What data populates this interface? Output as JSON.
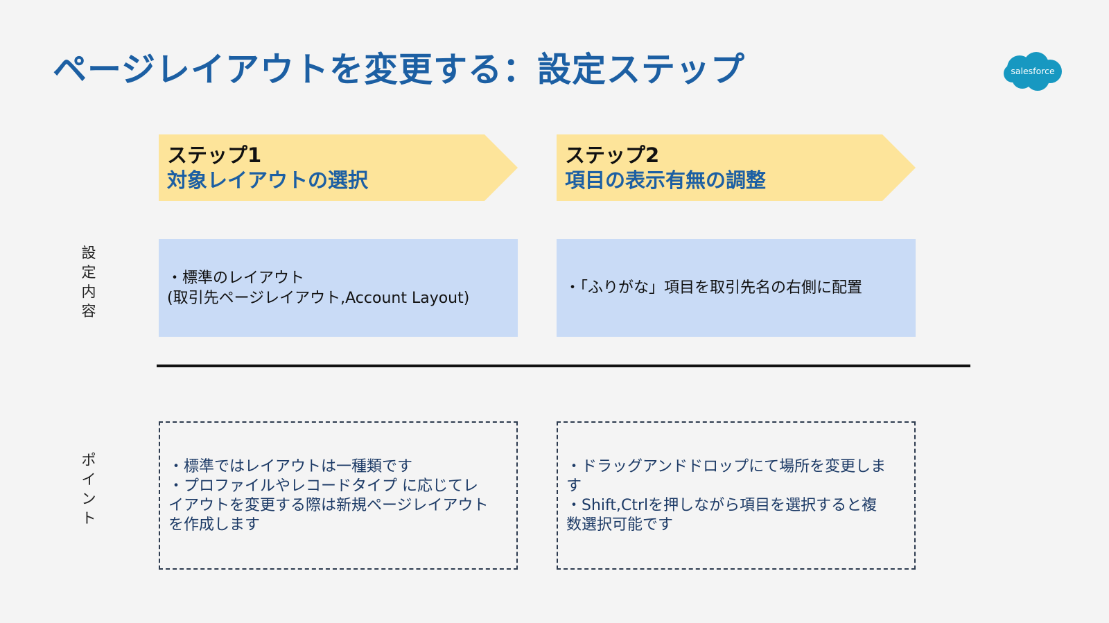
{
  "title": "ページレイアウトを変更する：設定ステップ",
  "logo": {
    "text": "salesforce",
    "icon": "salesforce-cloud-logo",
    "color": "#1798c1"
  },
  "steps": [
    {
      "label": "ステップ1",
      "name": "対象レイアウトの選択"
    },
    {
      "label": "ステップ2",
      "name": "項目の表示有無の調整"
    }
  ],
  "row_labels": {
    "settings": "設定内容",
    "points": "ポイント"
  },
  "settings": [
    [
      "・標準のレイアウト",
      "(取引先ページレイアウト,Account Layout)"
    ],
    [
      "・「ふりがな」項目を取引先名の右側に配置"
    ]
  ],
  "points": [
    [
      "・標準ではレイアウトは一種類です",
      "・プロファイルやレコードタイプ に応じてレ",
      "イアウトを変更する際は新規ページレイアウト",
      "を作成します"
    ],
    [
      "・ドラッグアンドドロップにて場所を変更しま",
      "す",
      "・Shift,Ctrlを押しながら項目を選択すると複",
      "数選択可能です"
    ]
  ],
  "colors": {
    "title": "#1c5fa3",
    "step_fill": "#fde49a",
    "content_fill": "#c9dbf6",
    "background": "#f4f4f4"
  }
}
